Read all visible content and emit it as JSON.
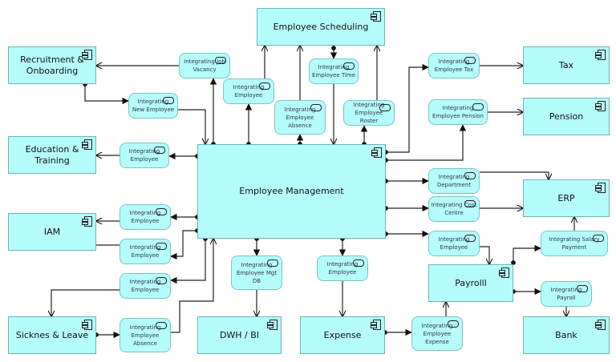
{
  "components": {
    "scheduling": "Employee Scheduling",
    "recruitment": "Recruitment & Onboarding",
    "tax": "Tax",
    "pension": "Pension",
    "education": "Education & Training",
    "management": "Employee Management",
    "erp": "ERP",
    "iam": "IAM",
    "payroll": "Payrolll",
    "sickness": "Sicknes & Leave",
    "dwh": "DWH / BI",
    "expense": "Expense",
    "bank": "Bank"
  },
  "services": {
    "job_vacancy": "Integrating Job Vacancy",
    "employee_sched": "Integrating Employee",
    "employee_time": "Integrating Employee Time",
    "employee_absence_top": "Integrating Employee Absence",
    "employee_roster": "Integrating Employee Roster",
    "new_employee": "Integrating New Employee",
    "employee_edu": "Integrating Employee",
    "employee_tax": "Integrating Employee Tax",
    "employee_pension": "Integrating Employee Pension",
    "department": "Integrating Department",
    "cost_centre": "Integrating Cost Centre",
    "employee_payroll": "Integrating Employee",
    "salary_payment": "Integrating Salary Payment",
    "payroll": "Integrating Payroll",
    "employee_iam_1": "Integrating Employee",
    "employee_iam_2": "Integrating Employee",
    "employee_sick": "Integrating Employee",
    "employee_absence_bottom": "Integrating Employee Absence",
    "employee_mgt_db": "Integrating Employee Mgt DB",
    "employee_expense_in": "Integrating Employee",
    "employee_expense": "Integrating Employee Expense"
  },
  "colors": {
    "fill": "#b5fcfc",
    "border": "#6bb5b5",
    "line": "#222222"
  }
}
